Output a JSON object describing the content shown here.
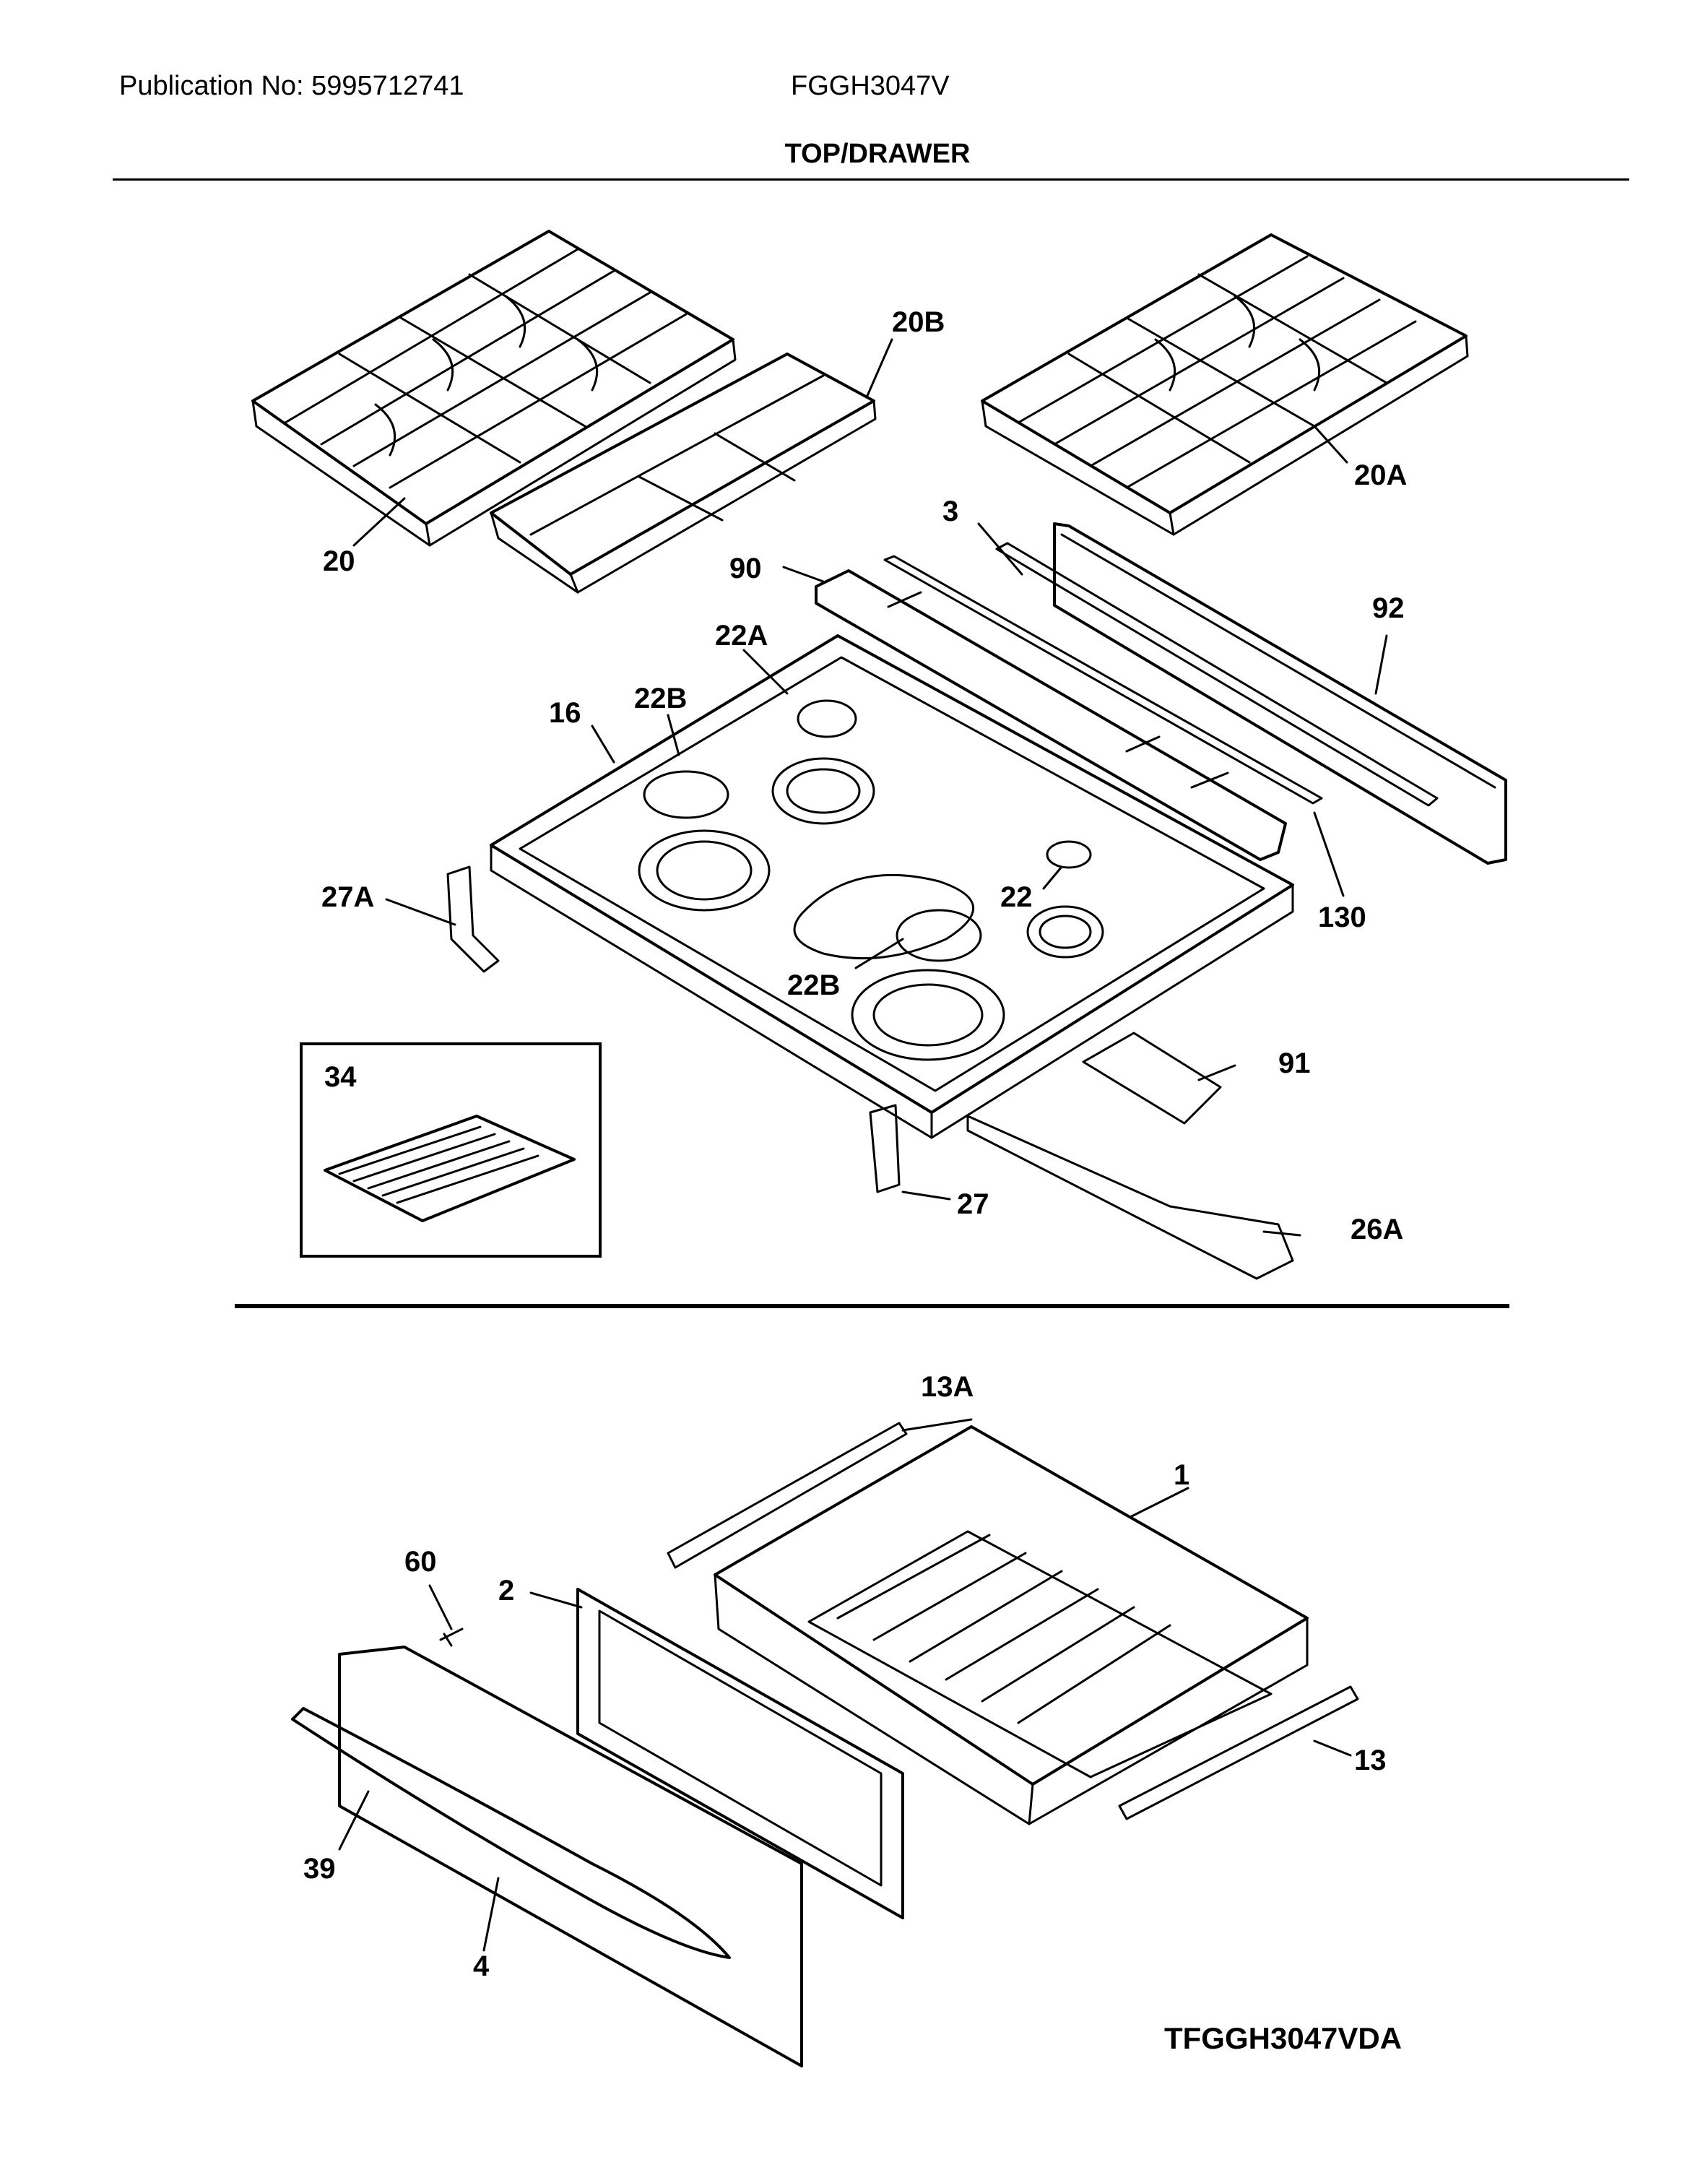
{
  "header": {
    "publication": "Publication No: 5995712741",
    "model": "FGGH3047V",
    "section_title": "TOP/DRAWER"
  },
  "drawing_id": "TFGGH3047VDA",
  "callouts": {
    "c20": "20",
    "c20b": "20B",
    "c20a": "20A",
    "c3": "3",
    "c90": "90",
    "c92": "92",
    "c22a": "22A",
    "c16": "16",
    "c22b_top": "22B",
    "c27a": "27A",
    "c22": "22",
    "c130": "130",
    "c22b_bottom": "22B",
    "c34": "34",
    "c91": "91",
    "c27": "27",
    "c26a": "26A",
    "c13a": "13A",
    "c1": "1",
    "c60": "60",
    "c2": "2",
    "c13": "13",
    "c39": "39",
    "c4": "4"
  }
}
